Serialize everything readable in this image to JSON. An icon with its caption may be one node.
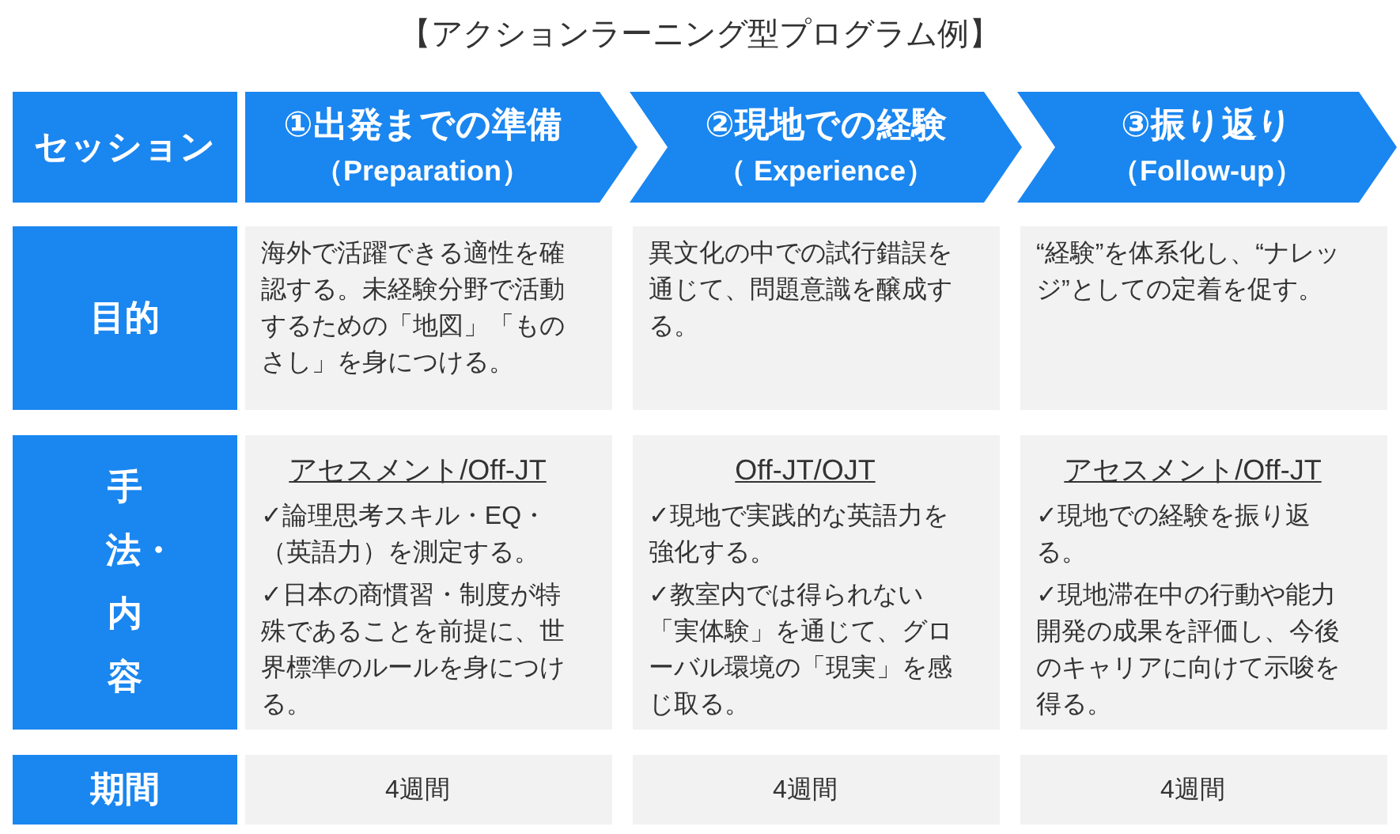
{
  "diagram": {
    "title": "【アクションラーニング型プログラム例】",
    "nodes": [
      {
        "text": [
          "セッション"
        ]
      },
      {
        "text": [
          "①出発までの準備",
          "（Preparation）"
        ]
      },
      {
        "text": [
          "②現地での経験",
          "（ Experience）"
        ]
      },
      {
        "text": [
          "③振り返り",
          "（Follow-up）"
        ]
      },
      {
        "text": [
          "目的"
        ]
      },
      {
        "text": [
          "海外で活躍できる適性を確認する。未経験分野で活動するための「地図」「ものさし」を身につける。"
        ]
      },
      {
        "text": [
          "異文化の中での試行錯誤を通じて、問題意識を醸成する。"
        ]
      },
      {
        "text": [
          "“経験”を体系化し、“ナレッジ”としての定着を促す。"
        ]
      },
      {
        "text": [
          "手法・内容"
        ]
      },
      {
        "text": [
          "アセスメント/Off-JT",
          "✓論理思考スキル・EQ・（英語力）を測定する。",
          "✓日本の商慣習・制度が特殊であることを前提に、世界標準のルールを身につける。"
        ]
      },
      {
        "text": [
          "Off-JT/OJT",
          "✓現地で実践的な英語力を強化する。",
          "✓教室内では得られない「実体験」を通じて、グローバル環境の「現実」を感じ取る。"
        ]
      },
      {
        "text": [
          "アセスメント/Off-JT",
          "✓現地での経験を振り返る。",
          "✓現地滞在中の行動や能力開発の成果を評価し、今後のキャリアに向けて示唆を得る。"
        ]
      },
      {
        "text": [
          "期間"
        ]
      },
      {
        "text": [
          "4週間"
        ]
      },
      {
        "text": [
          "4週間"
        ]
      },
      {
        "text": [
          "4週間"
        ]
      }
    ]
  }
}
